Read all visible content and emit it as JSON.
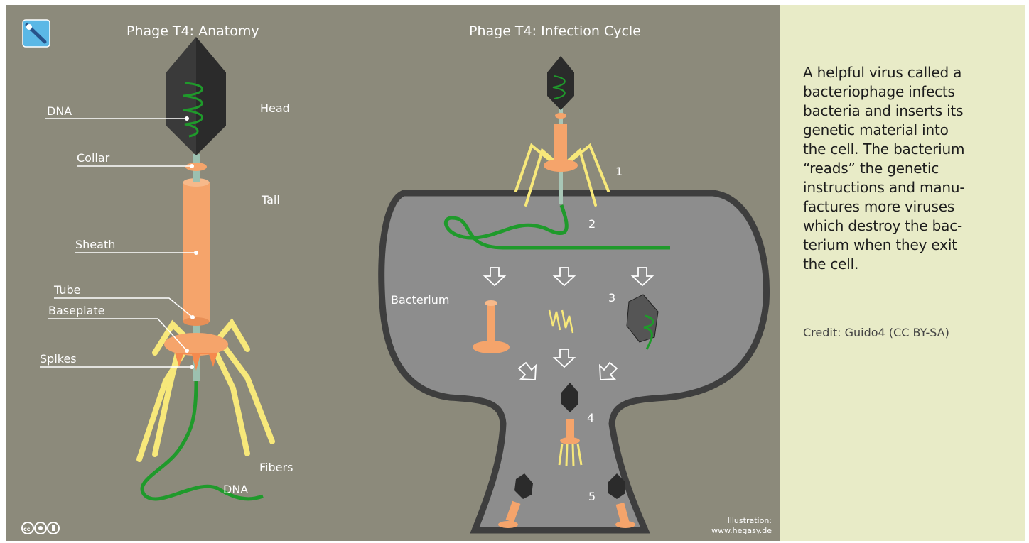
{
  "anatomy": {
    "title": "Phage T4: Anatomy",
    "labels": {
      "dna_head": "DNA",
      "head": "Head",
      "collar": "Collar",
      "tail": "Tail",
      "sheath": "Sheath",
      "tube": "Tube",
      "baseplate": "Baseplate",
      "spikes": "Spikes",
      "fibers": "Fibers",
      "dna_tail": "DNA"
    }
  },
  "cycle": {
    "title": "Phage T4: Infection Cycle",
    "bacterium_label": "Bacterium",
    "steps": [
      "1",
      "2",
      "3",
      "4",
      "5"
    ]
  },
  "footer": {
    "license_icons": "cc-by-sa-icons",
    "illustration_line1": "Illustration:",
    "illustration_line2": "www.hegasy.de"
  },
  "caption": {
    "text": "A helpful virus called a\nbacteriophage infects\nbacteria and inserts its\ngenetic material into\nthe cell. The bacterium\n“reads” the genetic\ninstructions and manu-\nfactures more viruses\nwhich destroy the bac-\nterium when they exit\nthe cell.",
    "credit": "Credit: Guido4 (CC BY-SA)"
  },
  "colors": {
    "background": "#8c8a7b",
    "caption_bg": "#e8ebc7",
    "capsid": "#2b2b2b",
    "orange": "#f5a46b",
    "fiber_yellow": "#f7e87a",
    "dna_green": "#1f9a2b",
    "bacterium": "#8f8f8f"
  }
}
